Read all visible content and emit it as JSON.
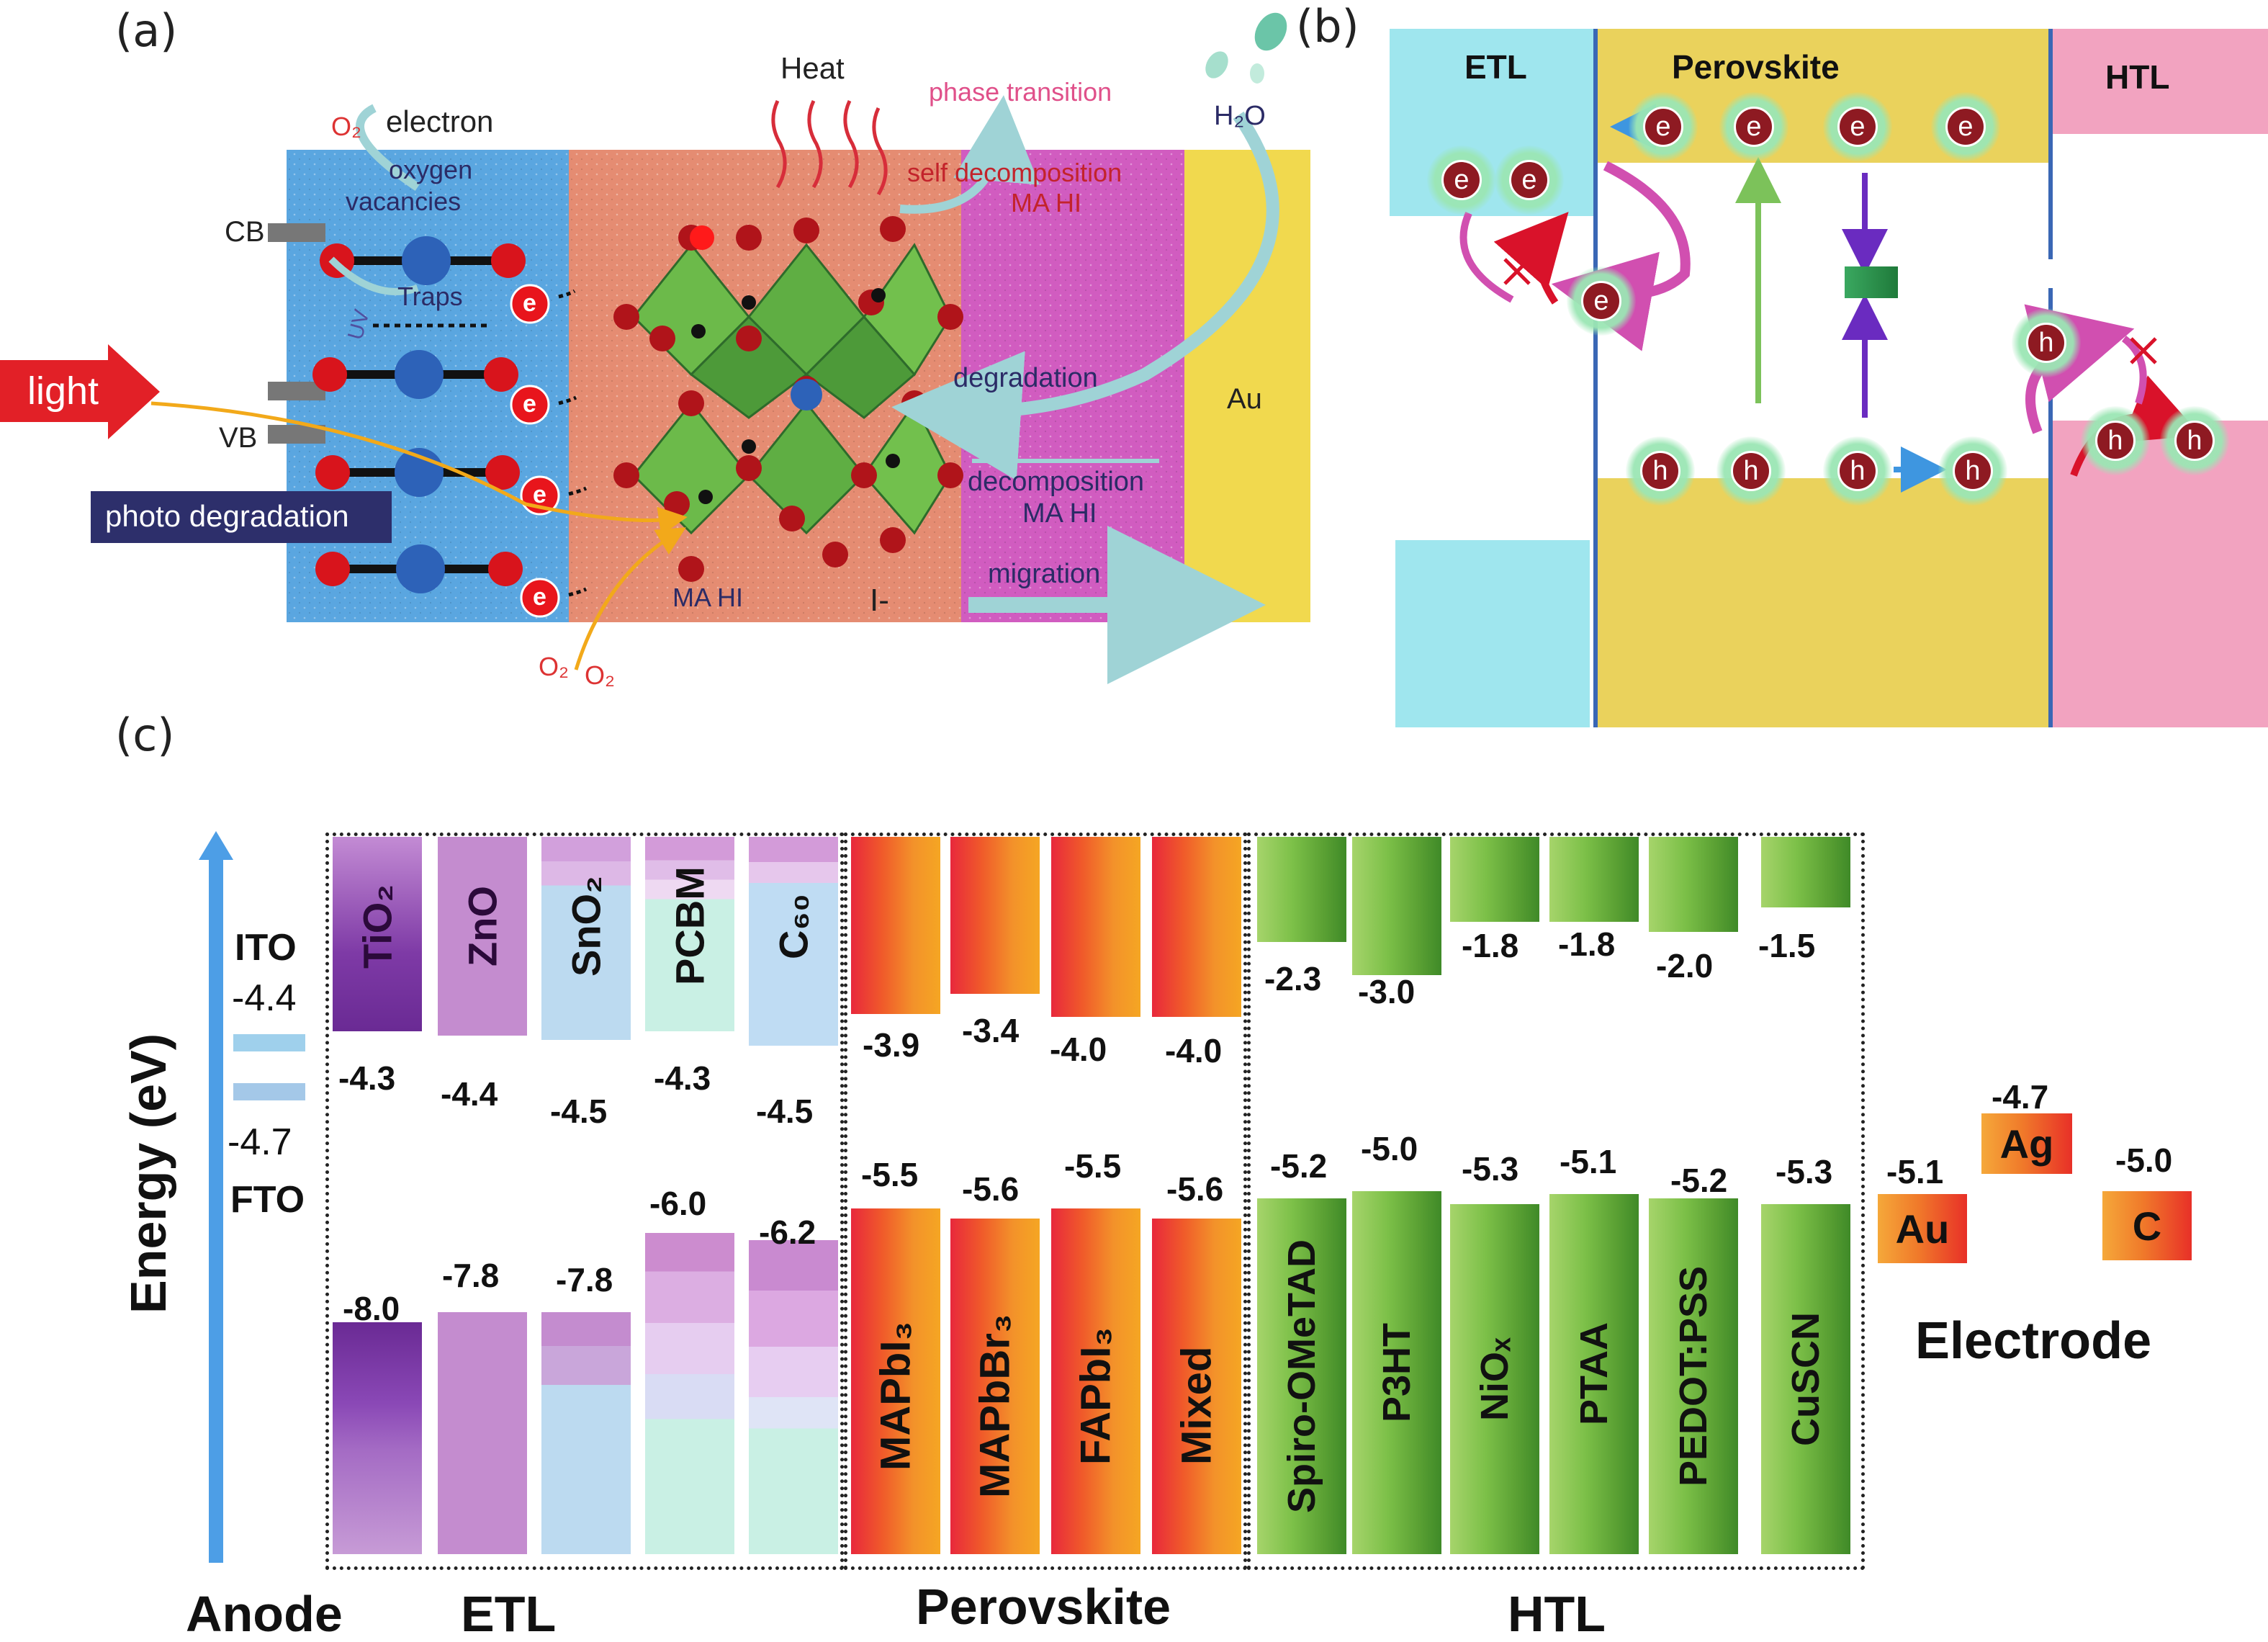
{
  "panels": {
    "a": "(a)",
    "b": "(b)",
    "c": "(c)"
  },
  "panel_a": {
    "o2_top": "O₂",
    "electron": "electron",
    "oxygen_vacancies": [
      "oxygen",
      "vacancies"
    ],
    "cb": "CB",
    "vb": "VB",
    "traps": "Traps",
    "uv": "UV",
    "light": "light",
    "photo_degradation": "photo degradation",
    "heat": "Heat",
    "phase_transition": "phase transition",
    "self_decomposition": "self decomposition",
    "ma_hi": "MA HI",
    "h2o": "H₂O",
    "degradation": "degradation",
    "decomposition": "decomposition",
    "migration": "migration",
    "iodide": "I-",
    "au": "Au",
    "o2_bottom_1": "O₂",
    "o2_bottom_2": "O₂",
    "e": "e",
    "colors": {
      "etl": "#5aa6e0",
      "perovskite": "#e58c72",
      "htl": "#d15cc0",
      "electrode": "#f1d94e",
      "electron": "#e8151c"
    }
  },
  "panel_b": {
    "etl": "ETL",
    "perovskite": "Perovskite",
    "htl": "HTL",
    "e": "e",
    "h": "h",
    "colors": {
      "etl": "#9fe6ee",
      "perovskite": "#ead25c",
      "htl": "#f2a3c0",
      "carrier": "#8e1a22"
    }
  },
  "panel_c": {
    "ylabel": "Energy (eV)",
    "groups": {
      "anode": "Anode",
      "etl": "ETL",
      "perovskite": "Perovskite",
      "htl": "HTL",
      "electrode": "Electrode"
    },
    "anode": {
      "ito": "ITO",
      "ito_value": "-4.4",
      "fto_value": "-4.7",
      "fto": "FTO"
    },
    "etl": [
      {
        "name": "TiO₂",
        "lumo": "-4.3",
        "homo": "-8.0"
      },
      {
        "name": "ZnO",
        "lumo": "-4.4",
        "homo": "-7.8"
      },
      {
        "name": "SnO₂",
        "lumo": "-4.5",
        "homo": "-7.8"
      },
      {
        "name": "PCBM",
        "lumo": "-4.3",
        "homo": "-6.0"
      },
      {
        "name": "C₆₀",
        "lumo": "-4.5",
        "homo": "-6.2"
      }
    ],
    "perovskite": [
      {
        "name": "MAPbI₃",
        "cb": "-3.9",
        "vb": "-5.5"
      },
      {
        "name": "MAPbBr₃",
        "cb": "-3.4",
        "vb": "-5.6"
      },
      {
        "name": "FAPbI₃",
        "cb": "-4.0",
        "vb": "-5.5"
      },
      {
        "name": "Mixed",
        "cb": "-4.0",
        "vb": "-5.6"
      }
    ],
    "htl": [
      {
        "name": "Spiro-OMeTAD",
        "lumo": "-2.3",
        "homo": "-5.2"
      },
      {
        "name": "P3HT",
        "lumo": "-3.0",
        "homo": "-5.0"
      },
      {
        "name": "NiOₓ",
        "lumo": "-1.8",
        "homo": "-5.3"
      },
      {
        "name": "PTAA",
        "lumo": "-1.8",
        "homo": "-5.1"
      },
      {
        "name": "PEDOT:PSS",
        "lumo": "-2.0",
        "homo": "-5.2"
      },
      {
        "name": "CuSCN",
        "lumo": "-1.5",
        "homo": "-5.3"
      }
    ],
    "electrodes": [
      {
        "name": "Au",
        "value": "-5.1"
      },
      {
        "name": "Ag",
        "value": "-4.7"
      },
      {
        "name": "C",
        "value": "-5.0"
      }
    ]
  }
}
